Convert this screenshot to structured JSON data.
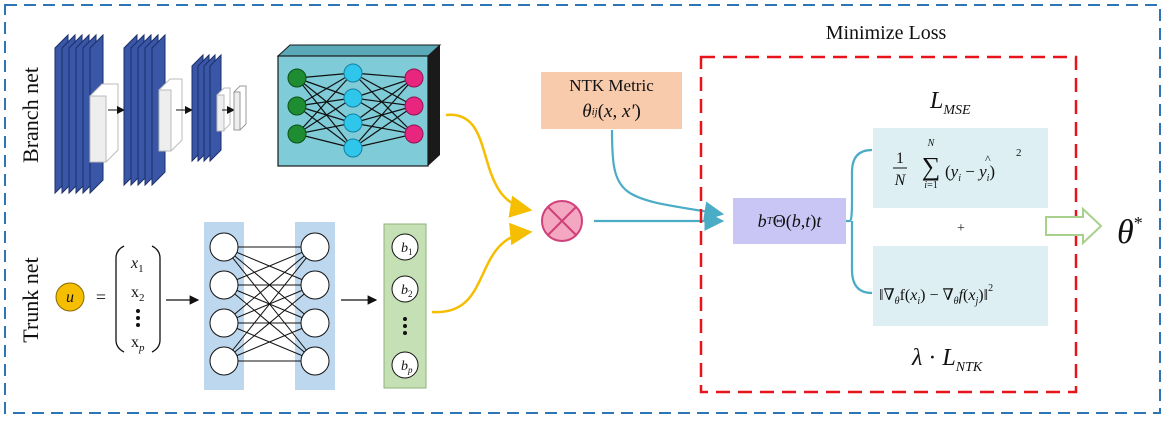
{
  "labels": {
    "branch_net": "Branch net",
    "trunk_net": "Trunk net",
    "minimize_loss": "Minimize Loss",
    "ntk_metric_title": "NTK Metric",
    "ntk_metric_formula": "θ_ij(x, x')",
    "l_mse": "L_MSE",
    "kernel_expr": "b^T Θ(b,t) t",
    "mse_formula": "(1/N) Σ_{i=1}^{N} (y_i − ŷ_i)^2",
    "plus": "+",
    "ntk_loss_formula": "‖∇_θ f(x_i) − ∇_θ f(x_j)‖^2",
    "lambda_l_ntk": "λ · L_NTK",
    "theta_star": "θ*",
    "input_u": "u",
    "equals": "=",
    "x1": "x1",
    "x2": "x2",
    "xp": "xp",
    "b1": "b1",
    "b2": "b2",
    "bp": "bp"
  },
  "colors": {
    "outer_border": "#2E75B6",
    "loss_border": "#E8141B",
    "cnn_blue": "#3A56A6",
    "mlp_panel": "#7FCCD8",
    "node_green": "#1E8C30",
    "node_cyan": "#2EC6EA",
    "node_magenta": "#E8257F",
    "trunk_panel": "#BDD7EE",
    "output_panel": "#C5E0B4",
    "input_node": "#F6BE00",
    "ntk_box": "#F8CBAD",
    "kernel_box": "#C9C5F5",
    "loss_box": "#DDEFF3",
    "yellow_arrow": "#F6BE00",
    "teal_arrow": "#4BACC6",
    "multiply_node": "#F4A7C0",
    "output_arrow": "#A9D18E"
  }
}
